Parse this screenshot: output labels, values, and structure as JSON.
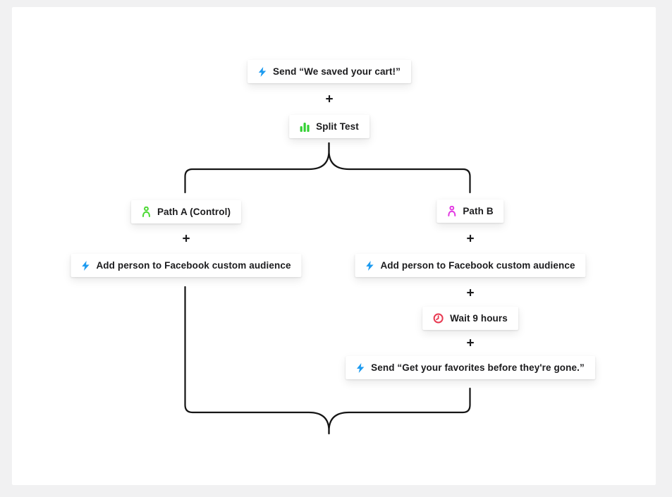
{
  "diagram": {
    "plus_label": "+",
    "nodes": {
      "send_cart": {
        "label": "Send “We saved your cart!”",
        "icon": "zap-icon"
      },
      "split_test": {
        "label": "Split Test",
        "icon": "bar-chart-icon"
      },
      "path_a": {
        "label": "Path A (Control)",
        "icon": "person-icon"
      },
      "add_fb_a": {
        "label": "Add person to Facebook custom audience",
        "icon": "zap-icon"
      },
      "path_b": {
        "label": "Path B",
        "icon": "person-icon"
      },
      "add_fb_b": {
        "label": "Add person to Facebook custom audience",
        "icon": "zap-icon"
      },
      "wait_9_hours": {
        "label": "Wait 9 hours",
        "icon": "clock-icon"
      },
      "send_favorites": {
        "label": "Send “Get your favorites before they're gone.”",
        "icon": "zap-icon"
      }
    }
  },
  "colors": {
    "background": "#F1F1F2",
    "card": "#FFFFFF",
    "line": "#151515",
    "text": "#1B1B1D",
    "zap_blue": "#1D9BF0",
    "split_green": "#33D133",
    "person_green": "#4CD934",
    "person_magenta": "#E23BE2",
    "clock_red": "#E83A52"
  }
}
